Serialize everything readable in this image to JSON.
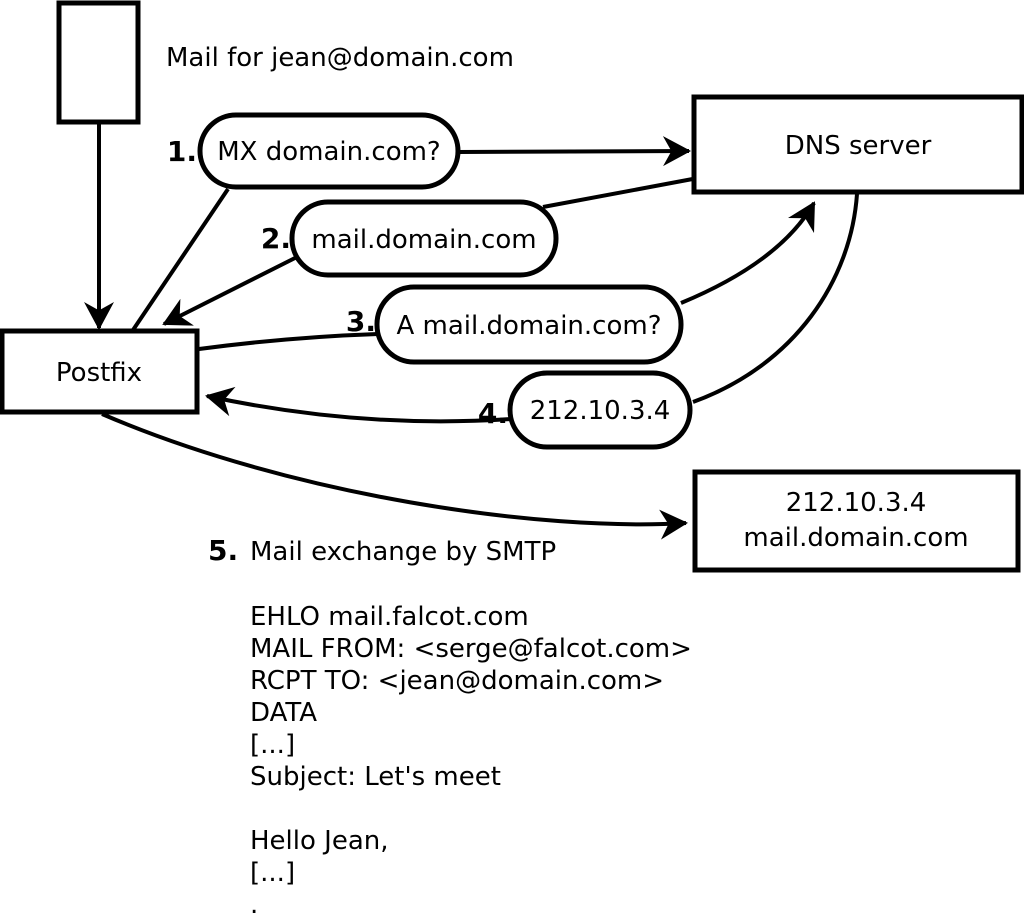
{
  "title": "Mail for jean@domain.com",
  "colors": {
    "ink": "#000000",
    "paper": "#ffffff"
  },
  "nodes": {
    "postfix": {
      "label": "Postfix"
    },
    "dns": {
      "label": "DNS server"
    },
    "target": {
      "line1": "212.10.3.4",
      "line2": "mail.domain.com"
    }
  },
  "steps": [
    {
      "num": "1.",
      "label": "MX domain.com?"
    },
    {
      "num": "2.",
      "label": "mail.domain.com"
    },
    {
      "num": "3.",
      "label": "A mail.domain.com?"
    },
    {
      "num": "4.",
      "label": "212.10.3.4"
    },
    {
      "num": "5.",
      "label": "Mail exchange by SMTP"
    }
  ],
  "smtp_session": {
    "lines": [
      "EHLO mail.falcot.com",
      "MAIL FROM: <serge@falcot.com>",
      "RCPT TO: <jean@domain.com>",
      "DATA",
      "[...]",
      "Subject: Let's meet",
      "",
      "Hello Jean,",
      "[...]",
      "."
    ]
  }
}
